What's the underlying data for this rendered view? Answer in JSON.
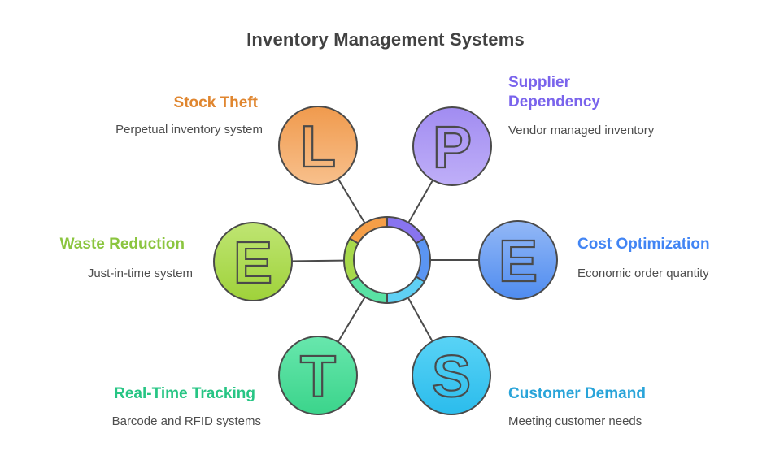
{
  "title": "Inventory Management Systems",
  "palette": {
    "outline": "#4a4a4a",
    "subtitle_text": "#4d4d4d",
    "background": "#ffffff"
  },
  "nodes": [
    {
      "id": "stock-theft",
      "letter": "L",
      "title": "Stock Theft",
      "subtitle": "Perpetual inventory system",
      "title_color": "#E0862F",
      "ring_color": "#F59E47",
      "circle_top": "#F09A4D",
      "circle_bottom": "#F8C08C"
    },
    {
      "id": "supplier-dependency",
      "letter": "P",
      "title": "Supplier Dependency",
      "subtitle": "Vendor managed inventory",
      "title_color": "#7A64EC",
      "ring_color": "#8874EF",
      "circle_top": "#A18CF1",
      "circle_bottom": "#BFAFF8"
    },
    {
      "id": "waste-reduction",
      "letter": "E",
      "title": "Waste Reduction",
      "subtitle": "Just-in-time system",
      "title_color": "#8BC53F",
      "ring_color": "#A7D94B",
      "circle_top": "#BFE573",
      "circle_bottom": "#9FD23A"
    },
    {
      "id": "cost-optimization",
      "letter": "E",
      "title": "Cost Optimization",
      "subtitle": "Economic order quantity",
      "title_color": "#4285F4",
      "ring_color": "#5B95F2",
      "circle_top": "#93B8F6",
      "circle_bottom": "#4F8CF0"
    },
    {
      "id": "real-time-tracking",
      "letter": "T",
      "title": "Real-Time Tracking",
      "subtitle": "Barcode and RFID systems",
      "title_color": "#27C584",
      "ring_color": "#59E2A4",
      "circle_top": "#68E7AD",
      "circle_bottom": "#3BD48B"
    },
    {
      "id": "customer-demand",
      "letter": "S",
      "title": "Customer Demand",
      "subtitle": "Meeting customer needs",
      "title_color": "#29A4D9",
      "ring_color": "#5FD0F4",
      "circle_top": "#59D3F6",
      "circle_bottom": "#2BBCEC"
    }
  ]
}
